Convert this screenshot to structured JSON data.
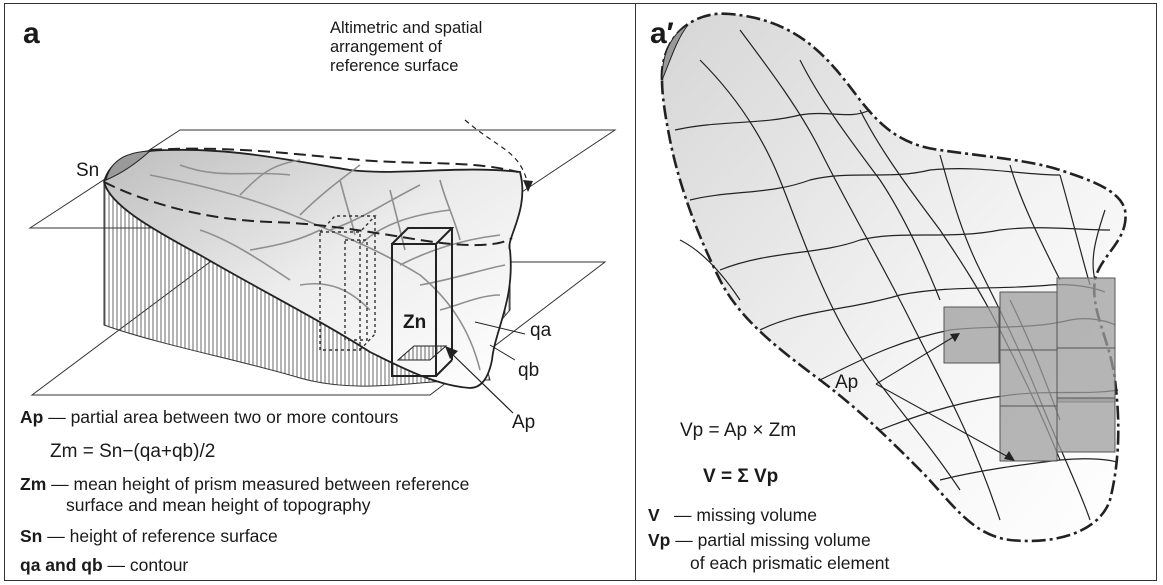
{
  "panel_a": {
    "letter": "a",
    "callout": [
      "Altimetric and spatial",
      "arrangement of",
      "reference surface"
    ],
    "labels": {
      "sn": "Sn",
      "zn": "Zn",
      "qa": "qa",
      "qb": "qb",
      "ap": "Ap"
    },
    "legend": [
      {
        "key": "Ap",
        "text": "— partial area between two or more contours"
      },
      {
        "formula": "Zm = Sn−(qa+qb)/2"
      },
      {
        "key": "Zm",
        "text": "— mean height of prism measured between reference",
        "text2": "surface and mean height of topography"
      },
      {
        "key": "Sn",
        "text": "— height of reference surface"
      },
      {
        "key": "qa and qb",
        "text": "— contour"
      }
    ]
  },
  "panel_b": {
    "letter": "a′",
    "labels": {
      "ap": "Ap"
    },
    "formula1": "Vp = Ap × Zm",
    "formula2_key": "V = ",
    "formula2_sum": "Σ Vp",
    "legend": [
      {
        "key": "V",
        "text": "— missing volume"
      },
      {
        "key": "Vp",
        "text": "— partial missing volume",
        "text2": "of each prismatic element"
      }
    ]
  }
}
